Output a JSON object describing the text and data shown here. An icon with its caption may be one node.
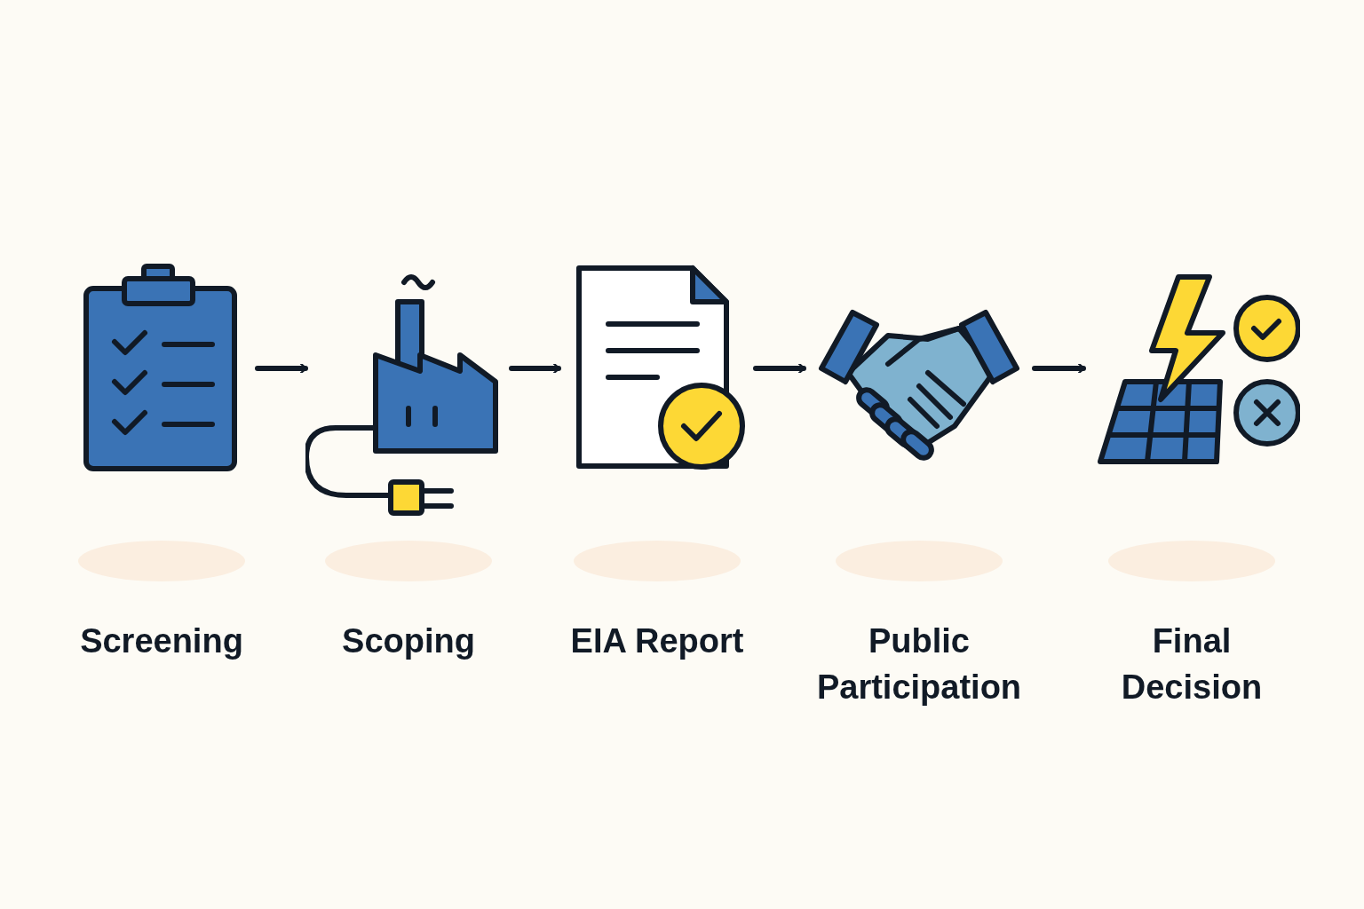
{
  "diagram": {
    "nodes": [
      {
        "text": [
          "Screening"
        ]
      },
      {
        "text": [
          "Scoping"
        ]
      },
      {
        "text": [
          "EIA Report"
        ]
      },
      {
        "text": [
          "Public Participation"
        ]
      },
      {
        "text": [
          "Final Decision"
        ]
      }
    ],
    "edges": [
      {
        "from": 0,
        "to": 1,
        "arrow": "to"
      },
      {
        "from": 1,
        "to": 2,
        "arrow": "to"
      },
      {
        "from": 2,
        "to": 3,
        "arrow": "to"
      },
      {
        "from": 3,
        "to": 4,
        "arrow": "to"
      }
    ]
  }
}
